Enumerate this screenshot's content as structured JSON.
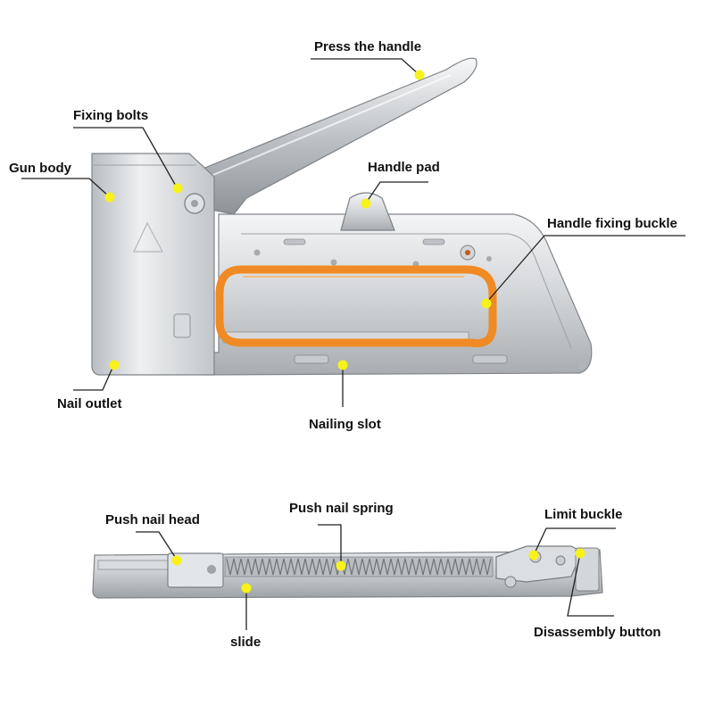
{
  "colors": {
    "background": "#ffffff",
    "metal_light": "#e6e8ea",
    "metal_mid": "#c4c8cc",
    "metal_dark": "#8d9296",
    "grip_orange": "#f08a24",
    "marker_yellow": "#f7f21a",
    "leader_line": "#222222",
    "spring": "#7a7f84"
  },
  "stapler": {
    "labels": {
      "press_handle": "Press the handle",
      "fixing_bolts": "Fixing bolts",
      "gun_body": "Gun body",
      "handle_pad": "Handle pad",
      "handle_fixing_buckle": "Handle fixing buckle",
      "nail_outlet": "Nail outlet",
      "nailing_slot": "Nailing slot"
    },
    "icons": {
      "stapler": "staple-gun-illustration"
    }
  },
  "magazine": {
    "labels": {
      "push_nail_head": "Push nail head",
      "push_nail_spring": "Push nail spring",
      "limit_buckle": "Limit buckle",
      "slide": "slide",
      "disassembly_button": "Disassembly button"
    },
    "icons": {
      "magazine": "staple-magazine-illustration"
    }
  }
}
